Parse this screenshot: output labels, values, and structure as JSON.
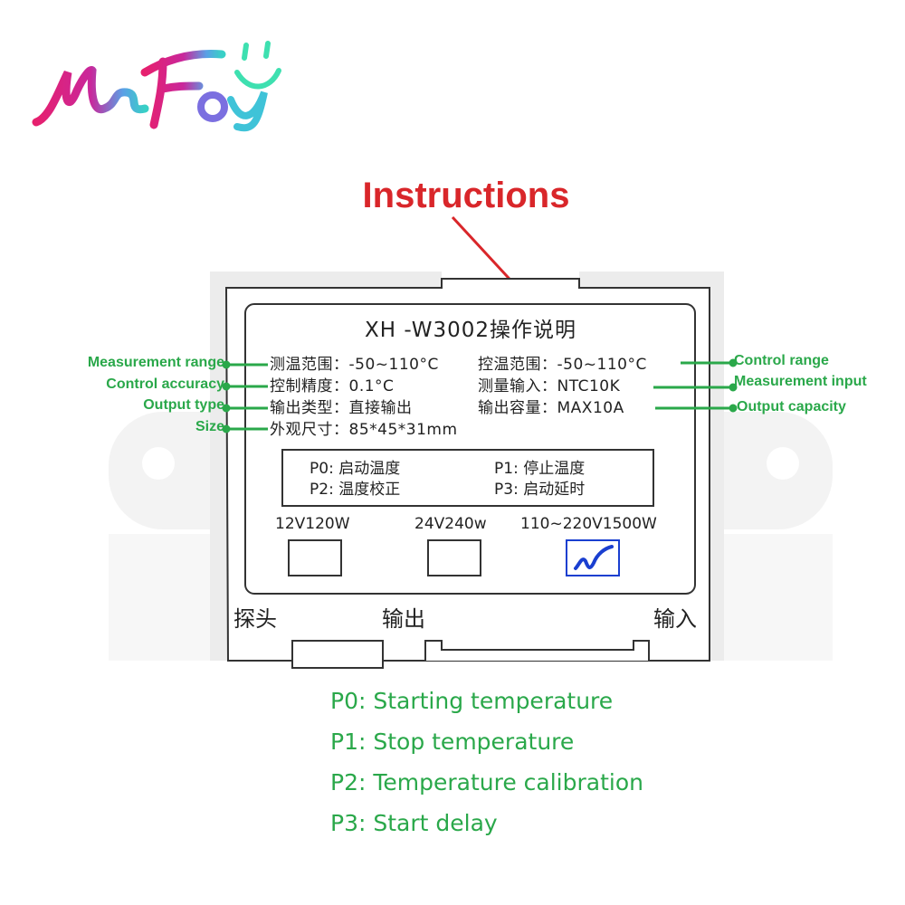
{
  "header": {
    "title": "Instructions"
  },
  "panel": {
    "model_title": "XH -W3002操作说明",
    "specs": [
      {
        "label": "测温范围：",
        "value": "-50~110°C"
      },
      {
        "label": "控温范围：",
        "value": "-50~110°C"
      },
      {
        "label": "控制精度：",
        "value": "0.1°C"
      },
      {
        "label": "测量输入：",
        "value": "NTC10K"
      },
      {
        "label": "输出类型：",
        "value": "直接输出"
      },
      {
        "label": "输出容量：",
        "value": "MAX10A"
      },
      {
        "label": "外观尺寸：",
        "value": "85*45*31mm"
      }
    ],
    "params": [
      "P0:  启动温度",
      "P1:  停止温度",
      "P2:  温度校正",
      "P3:  启动延时"
    ],
    "power_options": [
      {
        "label": "12V120W",
        "checked": false
      },
      {
        "label": "24V240w",
        "checked": false
      },
      {
        "label": "110~220V1500W",
        "checked": true
      }
    ],
    "bottom_labels": [
      "探头",
      "输出",
      "输入"
    ]
  },
  "callouts": {
    "left": [
      "Measurement range",
      "Control accuracy",
      "Output type",
      "Size"
    ],
    "right": [
      "Control range",
      "Measurement input",
      "Output capacity"
    ]
  },
  "legend": [
    "P0: Starting temperature",
    "P1: Stop temperature",
    "P2: Temperature calibration",
    "P3: Start delay"
  ],
  "colors": {
    "title_red": "#d9262a",
    "callout_green": "#2aa84a",
    "check_blue": "#1a3fd0",
    "panel_border": "#333333"
  },
  "icons": {
    "logo": "mefoy-logo",
    "check": "checkmark-icon"
  }
}
